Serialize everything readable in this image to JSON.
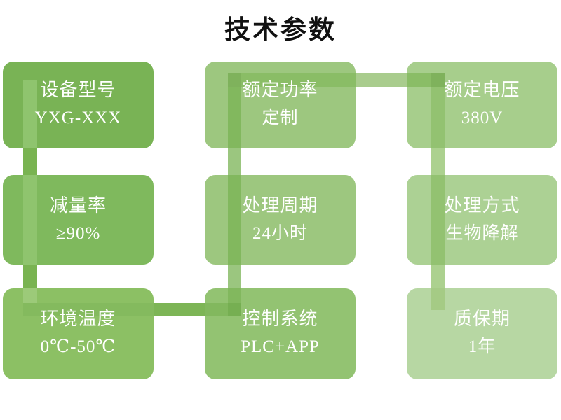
{
  "title": {
    "text": "技术参数",
    "color": "#111111"
  },
  "background": "#FFFFFF",
  "boxes": [
    {
      "id": "device-model",
      "label": "设备型号",
      "value": "YXG-XXX",
      "fill": "#79B355"
    },
    {
      "id": "rated-power",
      "label": "额定功率",
      "value": "定制",
      "fill": "#9DC77F"
    },
    {
      "id": "rated-voltage",
      "label": "额定电压",
      "value": "380V",
      "fill": "#A7CE8C"
    },
    {
      "id": "reduction-rate",
      "label": "减量率",
      "value": "≥90%",
      "fill": "#7FB95D"
    },
    {
      "id": "processing-cycle",
      "label": "处理周期",
      "value": "24小时",
      "fill": "#9DC77F"
    },
    {
      "id": "processing-method",
      "label": "处理方式",
      "value": "生物降解",
      "fill": "#ACD194"
    },
    {
      "id": "ambient-temperature",
      "label": "环境温度",
      "value": "0℃-50℃",
      "fill": "#8CC064"
    },
    {
      "id": "control-system",
      "label": "控制系统",
      "value": "PLC+APP",
      "fill": "#93C372"
    },
    {
      "id": "warranty",
      "label": "质保期",
      "value": "1年",
      "fill": "#B7D7A3"
    }
  ],
  "connectors": {
    "v1_box1": "#8FC46E",
    "v1_gap1": "#79B351",
    "v1_box4": "#8FC46E",
    "v1_gap2": "#79B351",
    "v1_box7": "#9CCA79",
    "h1_box7": "#84BA5E",
    "h1_gap": "#7DB556",
    "h1_box8": "#82B85E",
    "h1_x_v2": "#76AF52",
    "v2_box2": "#82B85E",
    "v2_gap1": "#9BC67F",
    "v2_box5": "#82B85E",
    "v2_gap2": "#9BC67F",
    "v2_box8": "#82B85E",
    "v2_x_h2": "#7FB25C",
    "h2_box2": "#8ABD66",
    "h2_gap": "#A9CC8D",
    "h2_box3": "#8ABD66",
    "h2_x_v3": "#7FB25C",
    "v3_box3": "#93C271",
    "v3_gap1": "#ACD18F",
    "v3_box6": "#93C271",
    "v3_gap2": "#ACD18F",
    "v3_box9": "#A5CB85"
  }
}
